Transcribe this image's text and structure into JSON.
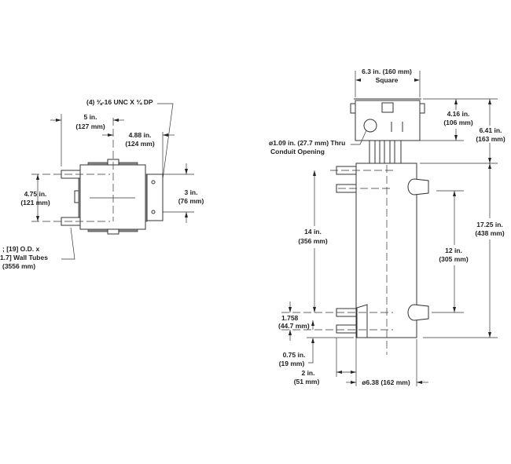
{
  "top_view": {
    "thread_label": "(4) ⅜-16 UNC X ¾ DP",
    "dim_5": [
      "5 in.",
      "(127 mm)"
    ],
    "dim_488": [
      "4.88 in.",
      "(124 mm)"
    ],
    "dim_475": [
      "4.75 in.",
      "(121 mm)"
    ],
    "dim_3": [
      "3 in.",
      "(76 mm)"
    ],
    "tubes": [
      "; [19] O.D. x",
      "1.7] Wall Tubes",
      "(3556 mm)"
    ]
  },
  "side_view": {
    "dim_63": [
      "6.3 in. (160 mm)",
      "Square"
    ],
    "dim_416": [
      "4.16 in.",
      "(106 mm)"
    ],
    "dim_641": [
      "6.41 in.",
      "(163 mm)"
    ],
    "conduit": [
      "ø1.09 in. (27.7 mm) Thru",
      "Conduit Opening"
    ],
    "dim_1725": [
      "17.25 in.",
      "(438 mm)"
    ],
    "dim_14": [
      "14 in.",
      "(356 mm)"
    ],
    "dim_12": [
      "12 in.",
      "(305 mm)"
    ],
    "dim_1758": [
      "1.758",
      "(44.7 mm)"
    ],
    "dim_075": [
      "0.75 in.",
      "(19 mm)"
    ],
    "dim_2": [
      "2 in.",
      "(51 mm)"
    ],
    "dim_638": "ø6.38 (162 mm)"
  }
}
